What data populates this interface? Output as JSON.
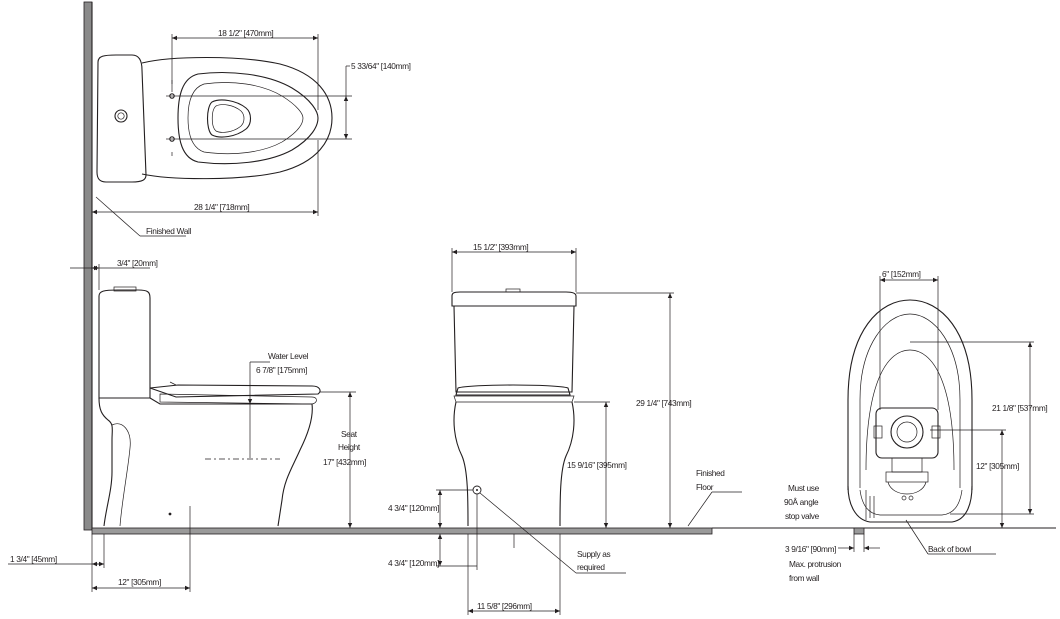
{
  "labels": {
    "top_width": "18 1/2\" [470mm]",
    "top_offset": "5 33/64\" [140mm]",
    "top_length": "28 1/4\" [718mm]",
    "finished_wall": "Finished Wall",
    "tank_gap": "3/4\" [20mm]",
    "water_level_1": "Water Level",
    "water_level_2": "6 7/8\" [175mm]",
    "seat_height_1": "Seat",
    "seat_height_2": "Height",
    "seat_height_3": "17\" [432mm]",
    "base_offset": "1 3/4\" [45mm]",
    "rough_in": "12\" [305mm]",
    "front_width": "15 1/2\" [393mm]",
    "front_total_height": "29 1/4\" [743mm]",
    "front_bowl_height": "15 9/16\" [395mm]",
    "supply_height_top": "4 3/4\" [120mm]",
    "supply_height_bottom": "4 3/4\" [120mm]",
    "front_base_width": "11 5/8\" [296mm]",
    "supply_1": "Supply as",
    "supply_2": "required",
    "finished_floor_1": "Finished",
    "finished_floor_2": "Floor",
    "rear_width": "6\" [152mm]",
    "rear_height": "21 1/8\" [537mm]",
    "rear_outlet_height": "12\" [305mm]",
    "must_use_1": "Must use",
    "must_use_2": "90Â angle",
    "must_use_3": "stop valve",
    "back_of_bowl": "Back of bowl",
    "protrusion_1": "3 9/16\" [90mm]",
    "protrusion_2": "Max. protrusion",
    "protrusion_3": "from wall"
  }
}
